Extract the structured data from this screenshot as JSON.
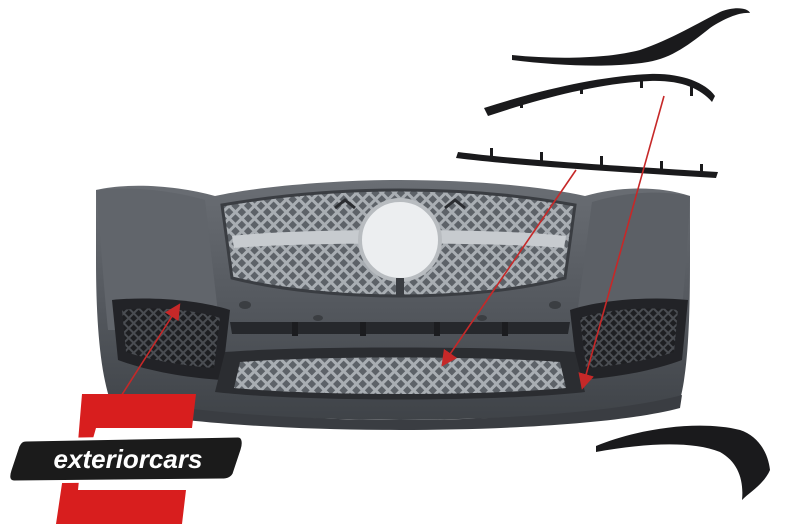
{
  "photo": {
    "subject": "front-bumper-kit",
    "parts": [
      "front-bumper",
      "center-grille",
      "upper-trim-strip",
      "middle-trim-strip",
      "lower-trim-strip",
      "side-fog-trim"
    ],
    "colors": {
      "background": "#ffffff",
      "bumper": "#55595f",
      "bumper_shadow": "#3e4247",
      "trim": "#1a1a1c",
      "mesh": "#9aa0a6",
      "arrow": "#c62828"
    }
  },
  "logo": {
    "brand": "exteriorcars",
    "colors": {
      "red": "#d81e1e",
      "black": "#1b1b1b",
      "white": "#ffffff"
    }
  }
}
